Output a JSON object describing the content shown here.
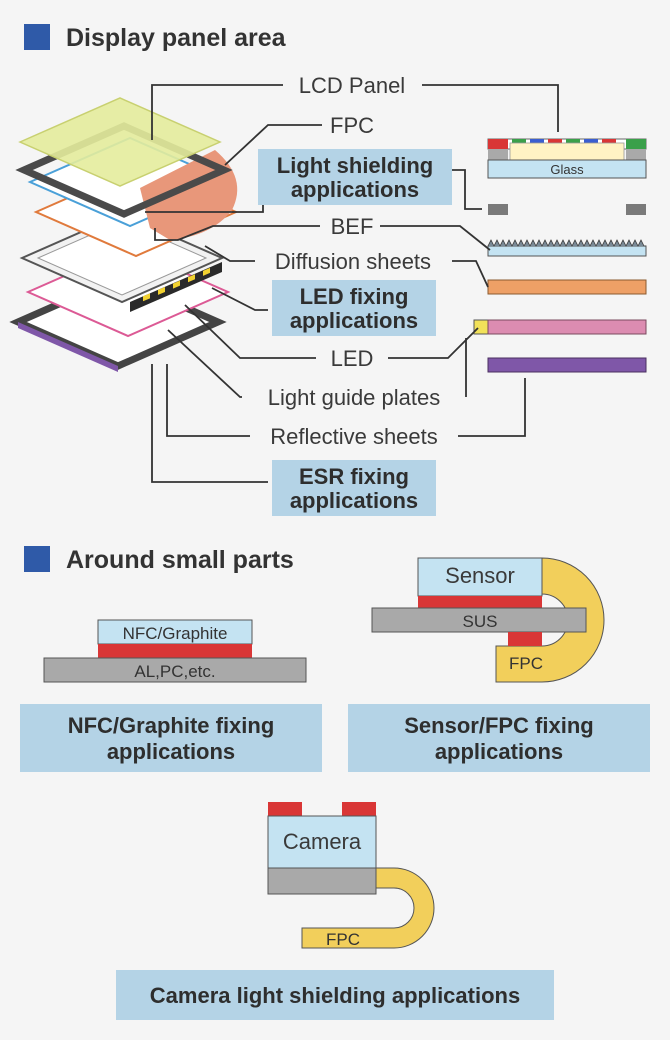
{
  "sections": {
    "display": {
      "title": "Display panel area"
    },
    "small_parts": {
      "title": "Around small parts"
    }
  },
  "layers": {
    "lcd_panel": "LCD Panel",
    "fpc": "FPC",
    "bef": "BEF",
    "diffusion": "Diffusion sheets",
    "led": "LED",
    "light_guide": "Light guide plates",
    "reflective": "Reflective sheets",
    "glass": "Glass"
  },
  "applications": {
    "light_shielding": [
      "Light shielding",
      "applications"
    ],
    "led_fixing": [
      "LED fixing",
      "applications"
    ],
    "esr_fixing": [
      "ESR fixing",
      "applications"
    ],
    "nfc_fixing": [
      "NFC/Graphite fixing",
      "applications"
    ],
    "sensor_fixing": [
      "Sensor/FPC fixing",
      "applications"
    ],
    "camera_shielding": "Camera light shielding applications"
  },
  "small_parts": {
    "nfc_graphite": "NFC/Graphite",
    "substrate": "AL,PC,etc.",
    "sensor": "Sensor",
    "sus": "SUS",
    "fpc": "FPC",
    "camera": "Camera",
    "camera_fpc": "FPC"
  },
  "colors": {
    "section_square": "#2f5aa8",
    "app_box": "#b4d3e6",
    "tape_red": "#d93636",
    "fpc_yellow": "#f2cf5b",
    "component_blue": "#c4e3f2",
    "gray_part": "#a9a9a9",
    "lcd_green": "#e4ec9c",
    "fpc_orange": "#e8977a",
    "diffusion_orange": "#eea066",
    "light_guide_pink": "#dc8cb1",
    "reflective_purple": "#7f57a8"
  }
}
